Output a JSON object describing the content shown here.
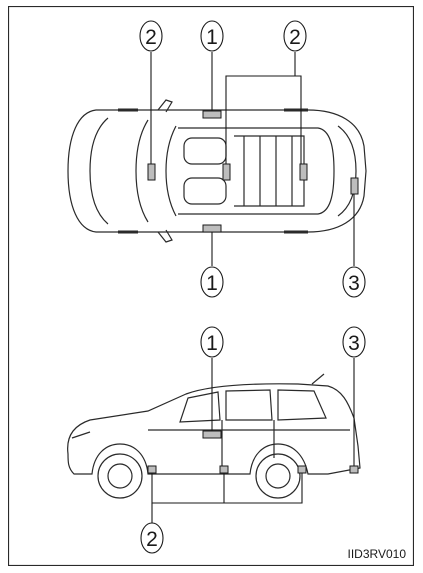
{
  "figure": {
    "code": "IID3RV010",
    "line_color": "#2a2a2a",
    "fill_color": "#ffffff"
  },
  "callouts": {
    "top_view": {
      "upper_left": "2",
      "upper_mid": "1",
      "upper_right": "2",
      "lower_mid": "1",
      "lower_right": "3"
    },
    "side_view": {
      "upper_mid": "1",
      "upper_right": "3",
      "lower_left": "2"
    }
  },
  "icons": [
    "vehicle-top-view",
    "vehicle-side-view",
    "sensor-marker"
  ]
}
